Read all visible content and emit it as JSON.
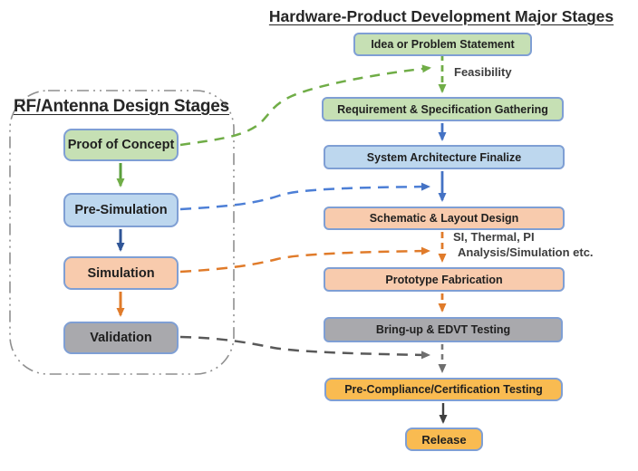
{
  "diagram": {
    "right_flow": {
      "title": "Hardware-Product Development Major Stages",
      "stages": [
        {
          "label": "Idea or Problem Statement",
          "color": "green"
        },
        {
          "label": "Requirement & Specification Gathering",
          "color": "green"
        },
        {
          "label": "System Architecture Finalize",
          "color": "blue"
        },
        {
          "label": "Schematic & Layout Design",
          "color": "peach"
        },
        {
          "label": "Prototype Fabrication",
          "color": "peach"
        },
        {
          "label": "Bring-up & EDVT Testing",
          "color": "gray"
        },
        {
          "label": "Pre-Compliance/Certification Testing",
          "color": "amber"
        },
        {
          "label": "Release",
          "color": "amber"
        }
      ],
      "annotations": {
        "feasibility": "Feasibility",
        "si_thermal_pi": "SI, Thermal, PI",
        "analysis_simulation": "Analysis/Simulation etc."
      }
    },
    "left_panel": {
      "title": "RF/Antenna Design Stages",
      "stages": [
        {
          "label": "Proof of Concept",
          "color": "green"
        },
        {
          "label": "Pre-Simulation",
          "color": "blue"
        },
        {
          "label": "Simulation",
          "color": "peach"
        },
        {
          "label": "Validation",
          "color": "gray"
        }
      ]
    },
    "colors": {
      "green_fill": "#c6e0b4",
      "blue_fill": "#bdd7ee",
      "peach_fill": "#f8cbad",
      "gray_fill": "#a9a9ad",
      "amber_fill": "#f9bb51",
      "box_border": "#7f9fd4",
      "green_arrow": "#70ad47",
      "blue_arrow": "#4472c4",
      "dark_blue_arrow": "#2f5597",
      "orange_arrow": "#e07b2a",
      "gray_arrow": "#6e6e6e",
      "dark_arrow": "#404040",
      "panel_border": "#8f8f8f"
    }
  }
}
